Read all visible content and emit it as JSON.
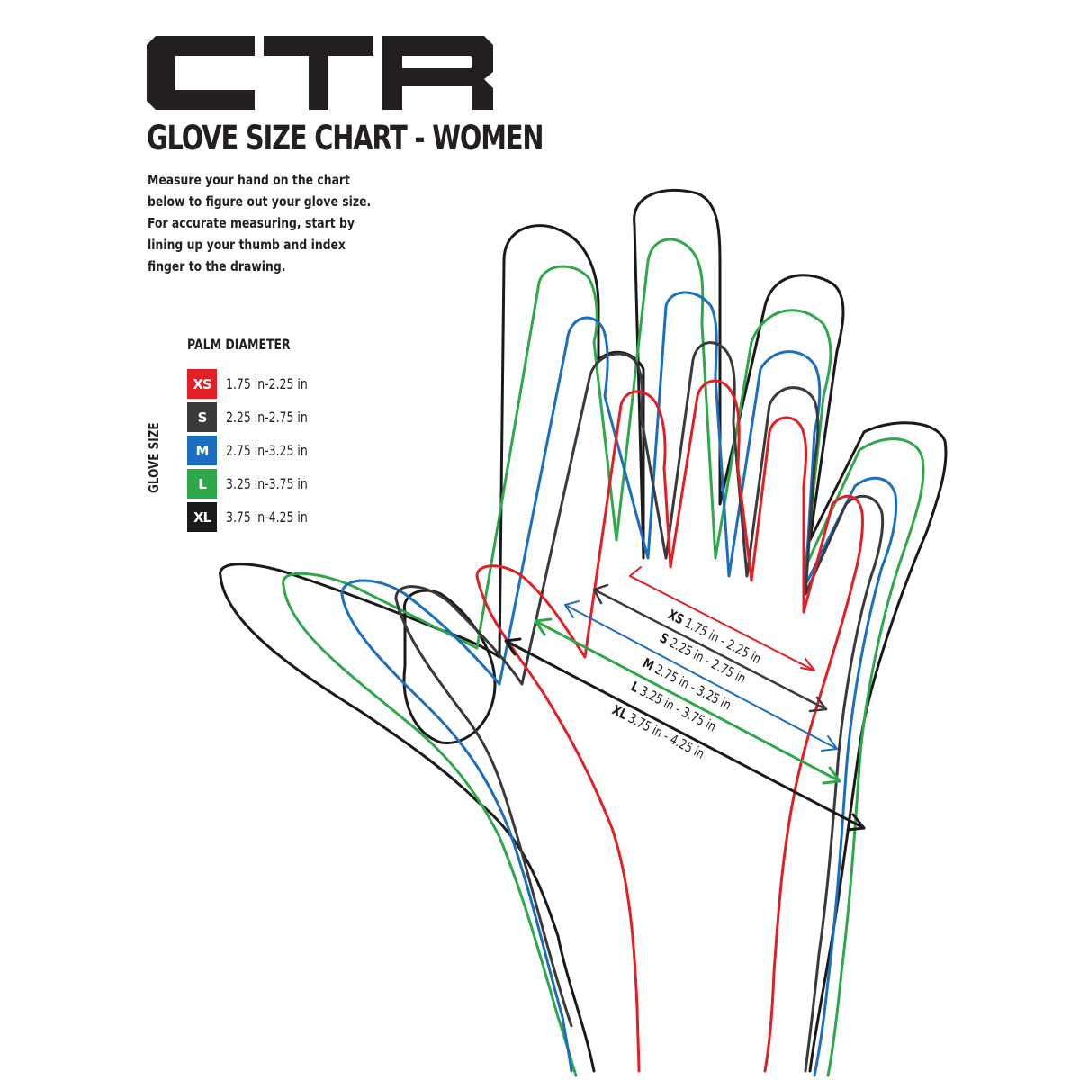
{
  "brand": {
    "logo_text": "CTR"
  },
  "header": {
    "title": "GLOVE SIZE CHART - WOMEN"
  },
  "instructions": "Measure your hand on the chart below to figure out your glove size. For accurate measuring, start by lining up your thumb and index finger to the drawing.",
  "legend": {
    "title": "PALM DIAMETER",
    "axis_label": "GLOVE SIZE",
    "items": [
      {
        "size": "XS",
        "range": "1.75 in-2.25 in",
        "color": "#e31e24"
      },
      {
        "size": "S",
        "range": "2.25 in-2.75 in",
        "color": "#3a3a3c"
      },
      {
        "size": "M",
        "range": "2.75 in-3.25 in",
        "color": "#1a6fc0"
      },
      {
        "size": "L",
        "range": "3.25 in-3.75 in",
        "color": "#2ea84a"
      },
      {
        "size": "XL",
        "range": "3.75 in-4.25 in",
        "color": "#1a1a1a"
      }
    ]
  },
  "arrows": [
    {
      "size": "XS",
      "label": "1.75 in - 2.25 in"
    },
    {
      "size": "S",
      "label": "2.25 in - 2.75 in"
    },
    {
      "size": "M",
      "label": "2.75 in - 3.25 in"
    },
    {
      "size": "L",
      "label": "3.25 in - 3.75 in"
    },
    {
      "size": "XL",
      "label": "3.75 in - 4.25 in"
    }
  ],
  "chart_data": {
    "type": "table",
    "title": "GLOVE SIZE CHART - WOMEN",
    "xlabel": "PALM DIAMETER",
    "ylabel": "GLOVE SIZE",
    "categories": [
      "XS",
      "S",
      "M",
      "L",
      "XL"
    ],
    "series": [
      {
        "name": "min_in",
        "values": [
          1.75,
          2.25,
          2.75,
          3.25,
          3.75
        ]
      },
      {
        "name": "max_in",
        "values": [
          2.25,
          2.75,
          3.25,
          3.75,
          4.25
        ]
      }
    ],
    "colors": [
      "#e31e24",
      "#3a3a3c",
      "#1a6fc0",
      "#2ea84a",
      "#1a1a1a"
    ]
  }
}
